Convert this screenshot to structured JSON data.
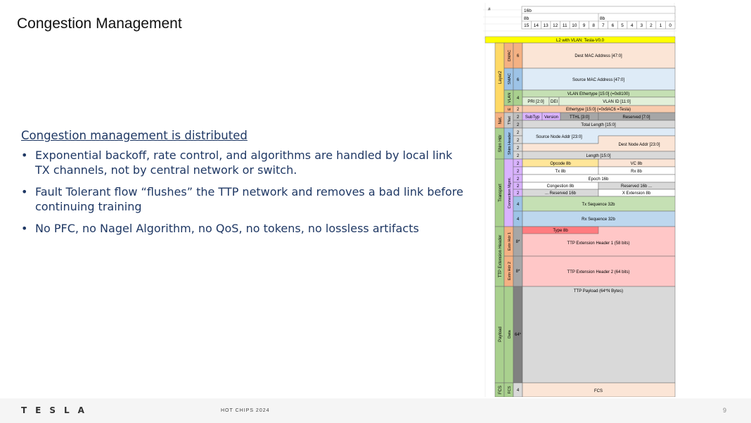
{
  "slide": {
    "title": "Congestion Management",
    "heading": "Congestion management is distributed",
    "bullets": [
      "Exponential backoff, rate control, and algorithms are handled by local link TX channels, not by central network or switch.",
      "Fault Tolerant flow “flushes” the TTP network and removes a bad link before continuing training",
      "No PFC, no Nagel Algorithm, no QoS, no tokens, no lossless artifacts"
    ],
    "footer": {
      "logo": "TESLA",
      "conference": "HOT CHIPS 2024",
      "page": "9"
    }
  },
  "diagram": {
    "header": {
      "hash": "#",
      "width_16b": "16b",
      "byte_hi": "8b",
      "byte_lo": "8b",
      "bits": [
        "15",
        "14",
        "13",
        "12",
        "11",
        "10",
        "9",
        "8",
        "7",
        "6",
        "5",
        "4",
        "3",
        "2",
        "1",
        "0"
      ]
    },
    "top_banner": "L2 with VLAN:  Tesla-V0.0",
    "groups": [
      {
        "label": "Layer2",
        "color": "#ffd966"
      },
      {
        "label": "Net.",
        "color": "#f4b183"
      },
      {
        "label": "Shim Hdr",
        "color": "#a9d08e"
      },
      {
        "label": "Transport",
        "color": "#a9d08e"
      },
      {
        "label": "TTP Extension Header",
        "color": "#a9d08e"
      },
      {
        "label": "Payload",
        "color": "#a9d08e"
      },
      {
        "label": "FCS",
        "color": "#a9d08e"
      }
    ],
    "subgroups": [
      {
        "label": "DMAC",
        "color": "#f4b183"
      },
      {
        "label": "SMAC",
        "color": "#9dc3e6"
      },
      {
        "label": "VLAN",
        "color": "#a9d08e"
      },
      {
        "label": "E",
        "color": "#f4b183"
      },
      {
        "label": "TNet",
        "color": "#c9c9c9"
      },
      {
        "label": "Shim Header",
        "color": "#9dc3e6"
      },
      {
        "label": "Connection Mgmt.",
        "color": "#d9b3ff"
      },
      {
        "label": "Extn Hdr 1",
        "color": "#f4b183"
      },
      {
        "label": "Extn Hdr 2",
        "color": "#f4b183"
      },
      {
        "label": "Data",
        "color": "#a9d08e"
      },
      {
        "label": "FCS",
        "color": "#a9d08e"
      }
    ],
    "sizes": [
      "6",
      "6",
      "4",
      "2",
      "2",
      "2",
      "2",
      "2",
      "2",
      "2",
      "2",
      "2",
      "2",
      "2",
      "2",
      "4",
      "4",
      "8*",
      "8*",
      "64*",
      "4"
    ],
    "fields": [
      {
        "text": "Dest MAC Address [47:0]",
        "color": "#fbe5d6"
      },
      {
        "text": "Source MAC Address [47:0]",
        "color": "#deebf7"
      },
      {
        "text": "VLAN Ethertype [15:0] (=0x8100)",
        "color": "#c5e0b4"
      },
      {
        "text": "PRI [2:0]",
        "color": "#e2f0d9"
      },
      {
        "text": "DEI",
        "color": "#e2f0d9"
      },
      {
        "text": "VLAN ID [11:0]",
        "color": "#e2f0d9"
      },
      {
        "text": "Ethertype [15:0] (=0x9AC6 =Tesla)",
        "color": "#f8cbad"
      },
      {
        "text": "SubTyp",
        "color": "#d9b3ff"
      },
      {
        "text": "Version",
        "color": "#d9b3ff"
      },
      {
        "text": "TTHL [3:0]",
        "color": "#a6a6a6"
      },
      {
        "text": "Reserved [7:0]",
        "color": "#a6a6a6"
      },
      {
        "text": "Total Length [15:0]",
        "color": "#d9d9d9"
      },
      {
        "text": "Source Node Addr [23:0]",
        "color": "#deebf7"
      },
      {
        "text": "Dest Node Addr  [23:0]",
        "color": "#fbe5d6"
      },
      {
        "text": "Length [15:0]",
        "color": "#d9d9d9"
      },
      {
        "text": "Opcode 8b",
        "color": "#ffe699"
      },
      {
        "text": "VC 8b",
        "color": "#fbe5d6"
      },
      {
        "text": "Tx 8b",
        "color": "#ffffff"
      },
      {
        "text": "Rx 8b",
        "color": "#ffffff"
      },
      {
        "text": "Epoch 16b",
        "color": "#ffffff"
      },
      {
        "text": "Congestion 8b",
        "color": "#ffffff"
      },
      {
        "text": "Reserved 16b ...",
        "color": "#d9d9d9"
      },
      {
        "text": "... Reserved 16b",
        "color": "#d9d9d9"
      },
      {
        "text": "X Extension 8b",
        "color": "#ffffff"
      },
      {
        "text": "Tx Sequence 32b",
        "color": "#c5e0b4"
      },
      {
        "text": "Rx Sequence 32b",
        "color": "#bdd7ee"
      },
      {
        "text": "Type 8b",
        "color": "#ff7c80"
      },
      {
        "text": "TTP Extension Header 1 (58 bits)",
        "color": "#ffc7c7"
      },
      {
        "text": "TTP Extension Header 2 (64 bits)",
        "color": "#ffc7c7"
      },
      {
        "text": "TTP Payload (64*N Bytes)",
        "color": "#d9d9d9"
      },
      {
        "text": "FCS",
        "color": "#fbe5d6"
      }
    ]
  }
}
